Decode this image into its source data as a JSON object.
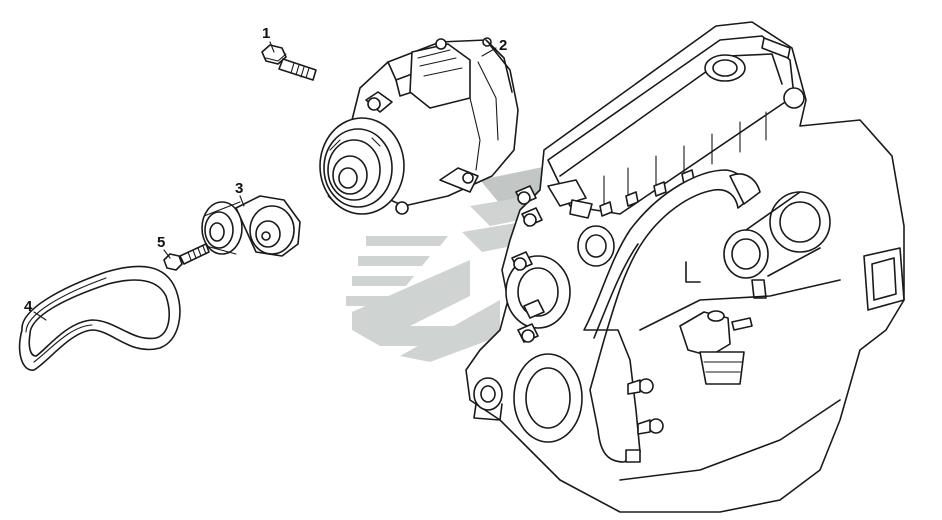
{
  "diagram": {
    "callouts": [
      {
        "id": "1",
        "label": "1"
      },
      {
        "id": "2",
        "label": "2"
      },
      {
        "id": "3",
        "label": "3"
      },
      {
        "id": "4",
        "label": "4"
      },
      {
        "id": "5",
        "label": "5"
      }
    ],
    "colors": {
      "line": "#1a1a1a",
      "watermark": "#cfd3d2",
      "background": "#ffffff"
    }
  }
}
